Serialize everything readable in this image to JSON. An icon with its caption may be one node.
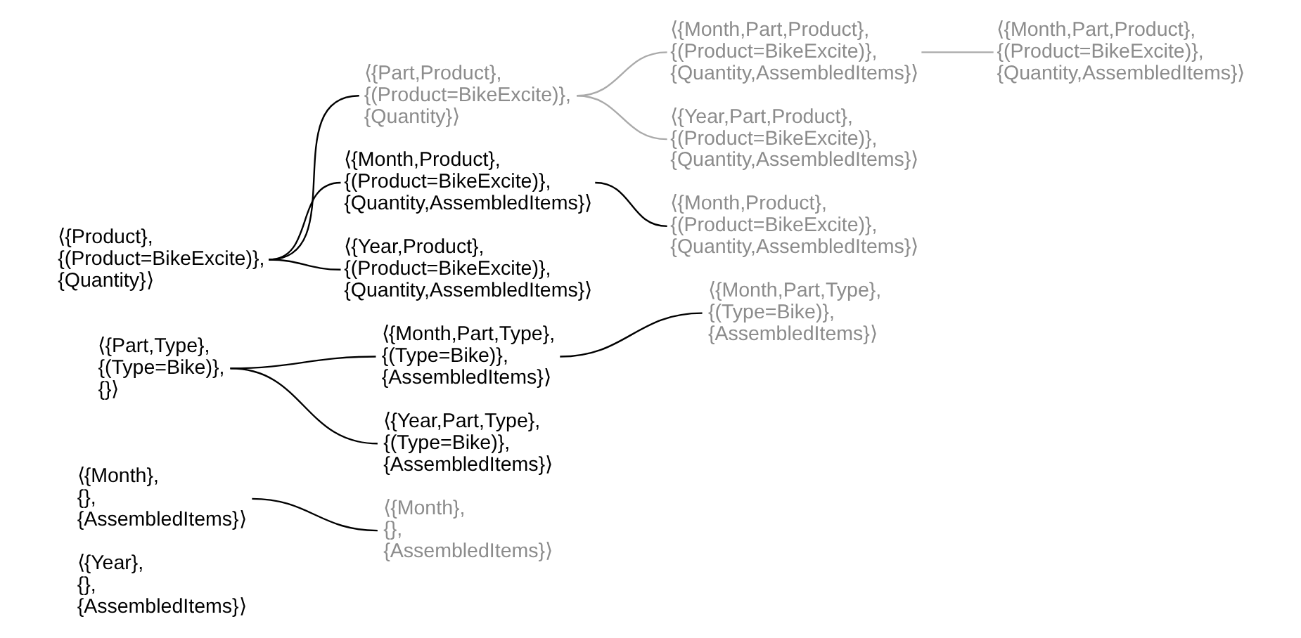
{
  "diagram": {
    "nodes": [
      {
        "text": [
          "⟨{Product}, {(Product=BikeExcite)}, {Quantity}⟩"
        ]
      },
      {
        "text": [
          "⟨{Part,Product}, {(Product=BikeExcite)}, {Quantity}⟩"
        ]
      },
      {
        "text": [
          "⟨{Month,Part,Product}, {(Product=BikeExcite)}, {Quantity,AssembledItems}⟩"
        ]
      },
      {
        "text": [
          "⟨{Month,Part,Product}, {(Product=BikeExcite)}, {Quantity,AssembledItems}⟩"
        ]
      },
      {
        "text": [
          "⟨{Month,Product}, {(Product=BikeExcite)}, {Quantity,AssembledItems}⟩"
        ]
      },
      {
        "text": [
          "⟨{Year,Part,Product}, {(Product=BikeExcite)}, {Quantity,AssembledItems}⟩"
        ]
      },
      {
        "text": [
          "⟨{Month,Product}, {(Product=BikeExcite)}, {Quantity,AssembledItems}⟩"
        ]
      },
      {
        "text": [
          "⟨{Year,Product}, {(Product=BikeExcite)}, {Quantity,AssembledItems}⟩"
        ]
      },
      {
        "text": [
          "⟨{Part,Type}, {(Type=Bike)}, {}⟩"
        ]
      },
      {
        "text": [
          "⟨{Month,Part,Type}, {(Type=Bike)}, {AssembledItems}⟩"
        ]
      },
      {
        "text": [
          "⟨{Month,Part,Type}, {(Type=Bike)}, {AssembledItems}⟩"
        ]
      },
      {
        "text": [
          "⟨{Year,Part,Type}, {(Type=Bike)}, {AssembledItems}⟩"
        ]
      },
      {
        "text": [
          "⟨{Month}, {}, {AssembledItems}⟩"
        ]
      },
      {
        "text": [
          "⟨{Month}, {}, {AssembledItems}⟩"
        ]
      },
      {
        "text": [
          "⟨{Year}, {}, {AssembledItems}⟩"
        ]
      }
    ],
    "edges": [
      {
        "from": 0,
        "to": 1,
        "arrow": "none"
      },
      {
        "from": 0,
        "to": 4,
        "arrow": "none"
      },
      {
        "from": 0,
        "to": 7,
        "arrow": "none"
      },
      {
        "from": 1,
        "to": 2,
        "arrow": "none",
        "color": "#aaaaaa"
      },
      {
        "from": 1,
        "to": 5,
        "arrow": "none",
        "color": "#aaaaaa"
      },
      {
        "from": 2,
        "to": 3,
        "arrow": "none",
        "color": "#aaaaaa"
      },
      {
        "from": 4,
        "to": 6,
        "arrow": "none"
      },
      {
        "from": 8,
        "to": 9,
        "arrow": "none"
      },
      {
        "from": 8,
        "to": 11,
        "arrow": "none"
      },
      {
        "from": 9,
        "to": 10,
        "arrow": "none"
      },
      {
        "from": 12,
        "to": 13,
        "arrow": "none"
      }
    ]
  }
}
